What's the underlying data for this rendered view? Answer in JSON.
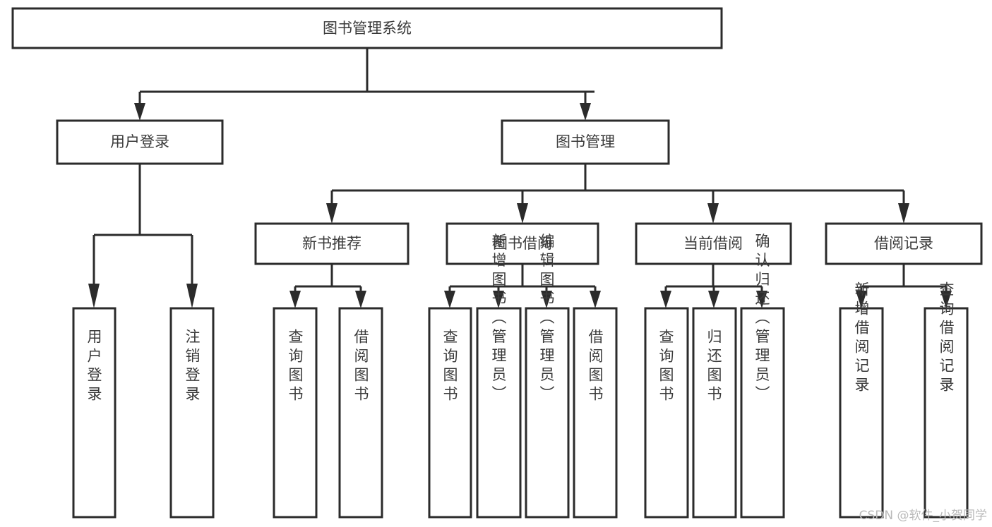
{
  "diagram": {
    "title": "图书管理系统",
    "type": "tree",
    "root": {
      "id": "root",
      "label": "图书管理系统"
    },
    "level2": [
      {
        "id": "user-login",
        "label": "用户登录"
      },
      {
        "id": "book-management",
        "label": "图书管理"
      }
    ],
    "level3": [
      {
        "id": "new-book-recommend",
        "label": "新书推荐",
        "parent": "book-management"
      },
      {
        "id": "book-borrow",
        "label": "图书借阅",
        "parent": "book-management"
      },
      {
        "id": "current-borrow",
        "label": "当前借阅",
        "parent": "book-management"
      },
      {
        "id": "borrow-record",
        "label": "借阅记录",
        "parent": "book-management"
      }
    ],
    "leaves": {
      "user-login": [
        {
          "id": "leaf-user-login",
          "label": "用户登录"
        },
        {
          "id": "leaf-logout-login",
          "label": "注销登录"
        }
      ],
      "new-book-recommend": [
        {
          "id": "leaf-query-book-1",
          "label": "查询图书"
        },
        {
          "id": "leaf-borrow-book-1",
          "label": "借阅图书"
        }
      ],
      "book-borrow": [
        {
          "id": "leaf-query-book-2",
          "label": "查询图书"
        },
        {
          "id": "leaf-add-book",
          "label": "新增图书（管理员）"
        },
        {
          "id": "leaf-edit-book",
          "label": "编辑图书（管理员）"
        },
        {
          "id": "leaf-borrow-book-2",
          "label": "借阅图书"
        }
      ],
      "current-borrow": [
        {
          "id": "leaf-query-book-3",
          "label": "查询图书"
        },
        {
          "id": "leaf-return-book",
          "label": "归还图书"
        },
        {
          "id": "leaf-confirm-return",
          "label": "确认归还（管理员）"
        }
      ],
      "borrow-record": [
        {
          "id": "leaf-add-borrow-record",
          "label": "新增借阅记录"
        },
        {
          "id": "leaf-query-borrow-record",
          "label": "查询借阅记录"
        }
      ]
    },
    "watermark": "CSDN @软件_小贺同学",
    "colors": {
      "stroke": "#2b2b2b",
      "text": "#3a3a3a",
      "fill": "#ffffff",
      "watermark": "#b9b9b9"
    }
  }
}
